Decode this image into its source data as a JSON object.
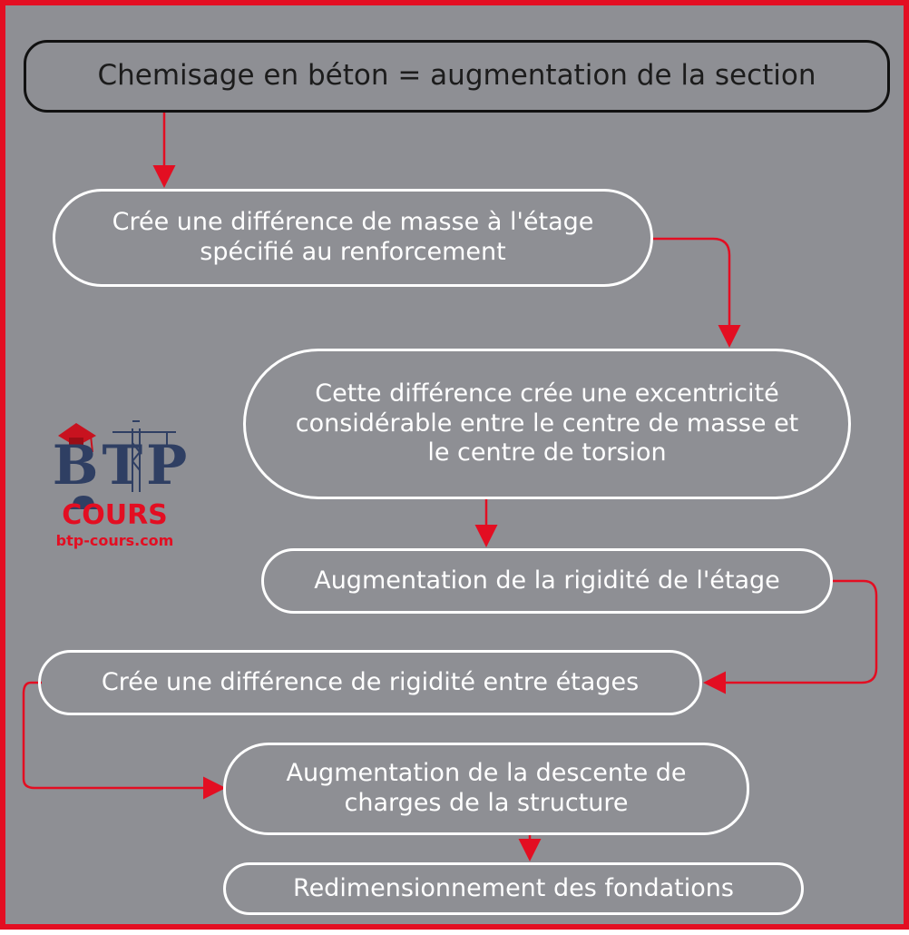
{
  "diagram": {
    "steps": [
      "Chemisage en béton = augmentation de la section",
      "Crée une différence de masse à l'étage spécifié au renforcement",
      "Cette différence crée une excentricité considérable entre le centre de masse et le centre de torsion",
      "Augmentation de la rigidité de l'étage",
      "Crée une différence de rigidité entre étages",
      "Augmentation de la descente de charges de la structure",
      "Redimensionnement des fondations"
    ]
  },
  "logo": {
    "mark": "BTP",
    "word": "COURS",
    "site": "btp-cours.com"
  },
  "colors": {
    "background": "#8e8f94",
    "frame": "#e30e22",
    "arrow": "#e30e22",
    "box_border": "#ffffff",
    "logo_navy": "#2f3f63"
  }
}
